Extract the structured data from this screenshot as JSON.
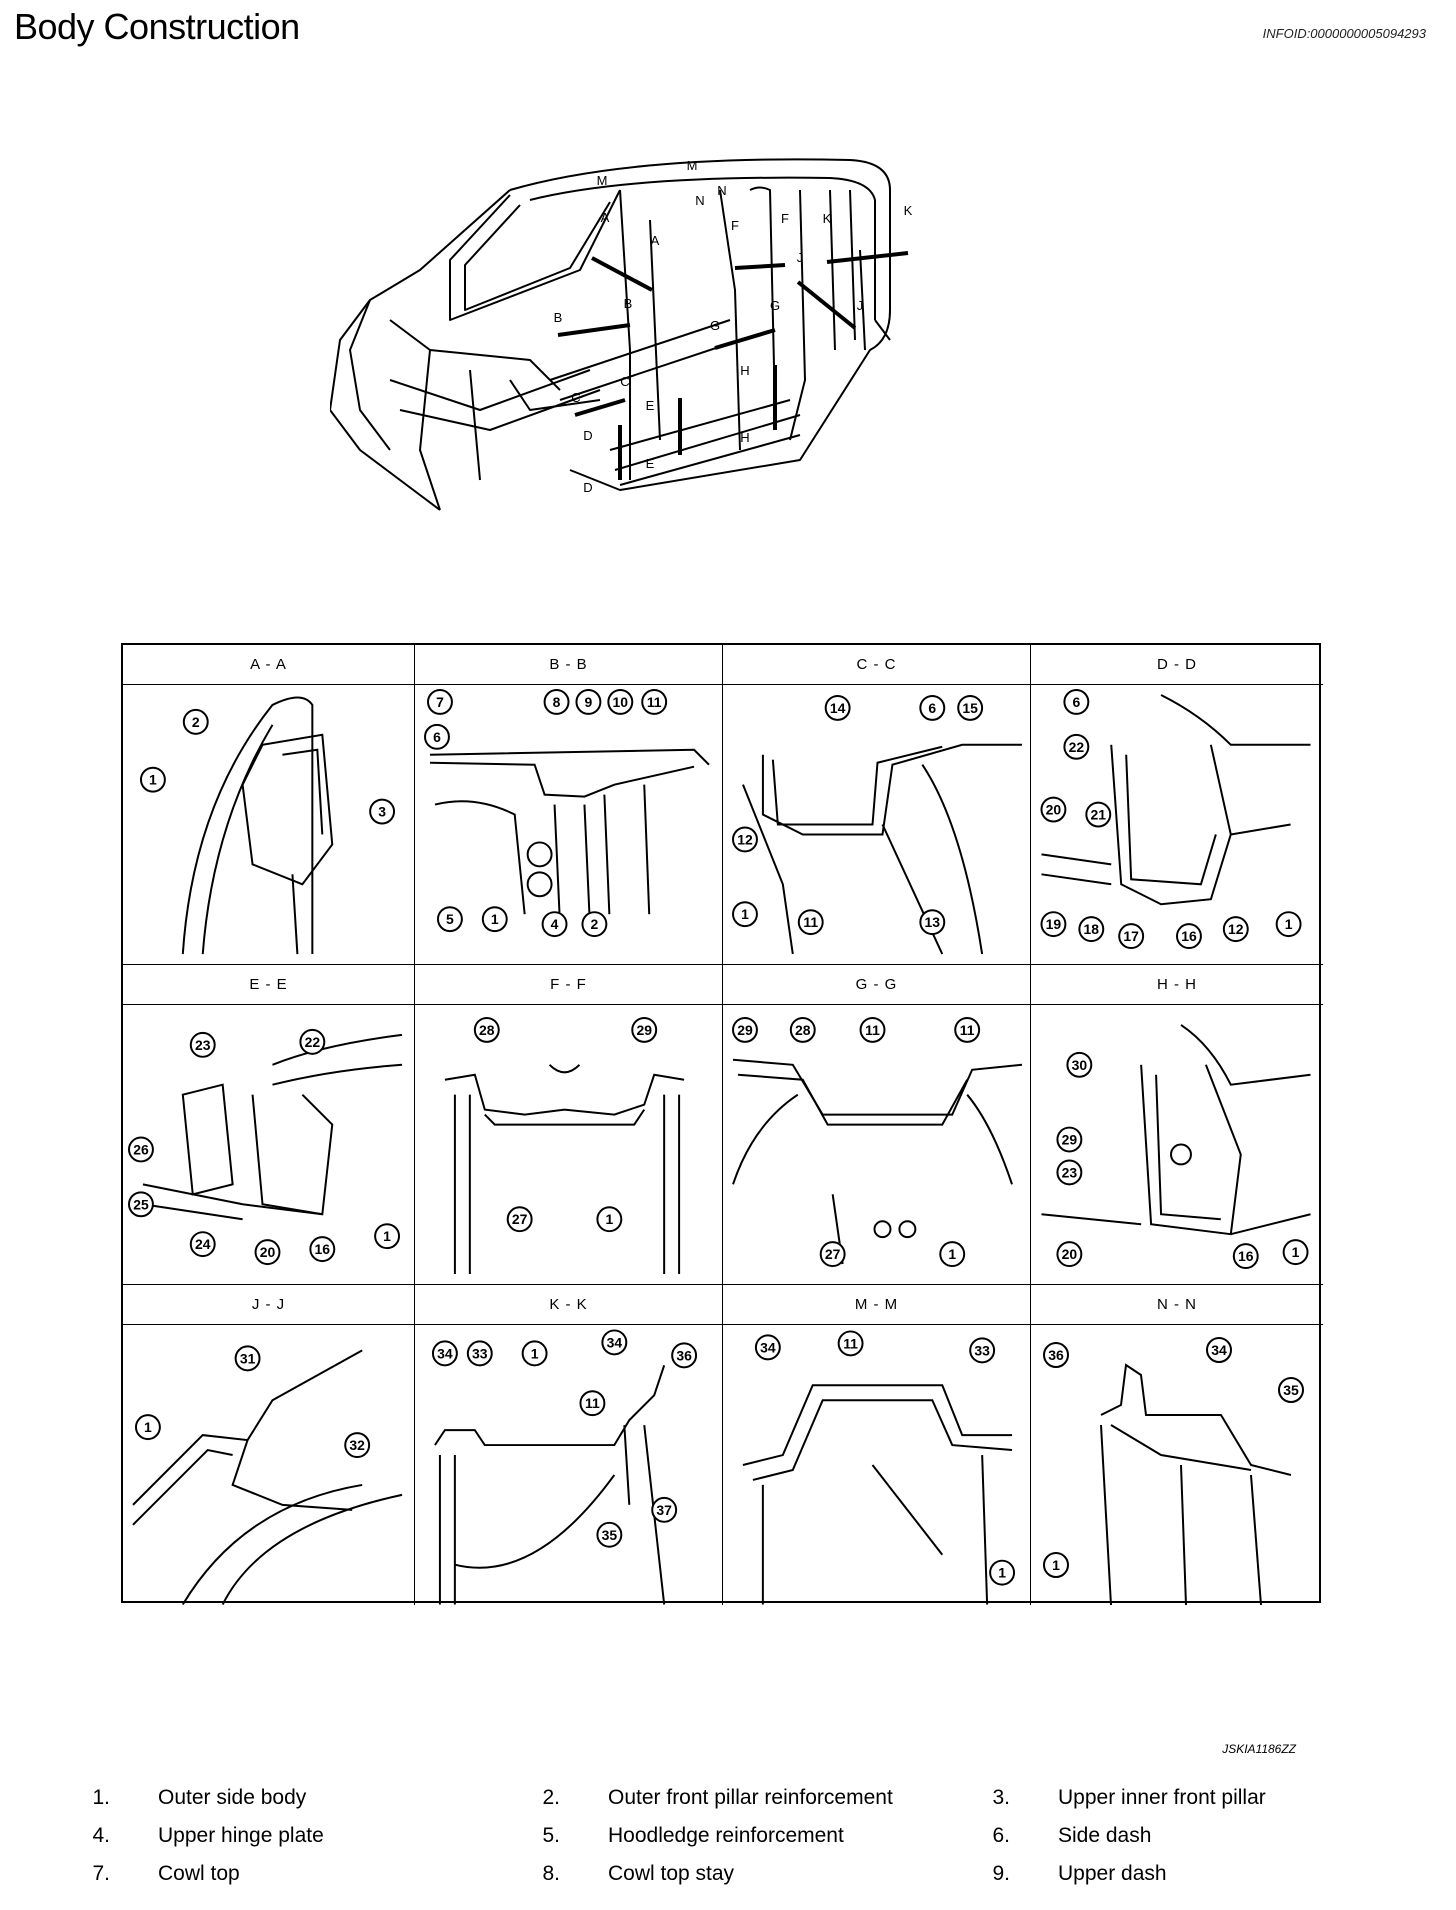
{
  "header": {
    "title": "Body Construction",
    "info_id": "INFOID:0000000005094293"
  },
  "overview": {
    "markers": [
      "A",
      "A",
      "B",
      "B",
      "C",
      "C",
      "D",
      "D",
      "E",
      "E",
      "F",
      "F",
      "G",
      "G",
      "H",
      "H",
      "J",
      "J",
      "K",
      "K",
      "M",
      "M",
      "N",
      "N"
    ]
  },
  "sections": [
    {
      "label": "A - A",
      "callouts": [
        "2",
        "1",
        "3"
      ]
    },
    {
      "label": "B - B",
      "callouts": [
        "7",
        "8",
        "9",
        "10",
        "11",
        "6",
        "5",
        "1",
        "4",
        "2"
      ]
    },
    {
      "label": "C - C",
      "callouts": [
        "14",
        "6",
        "15",
        "12",
        "1",
        "11",
        "13"
      ]
    },
    {
      "label": "D - D",
      "callouts": [
        "6",
        "22",
        "20",
        "21",
        "19",
        "18",
        "17",
        "16",
        "12",
        "1"
      ]
    },
    {
      "label": "E - E",
      "callouts": [
        "23",
        "22",
        "26",
        "25",
        "24",
        "20",
        "16",
        "1"
      ]
    },
    {
      "label": "F - F",
      "callouts": [
        "28",
        "29",
        "27",
        "1"
      ]
    },
    {
      "label": "G - G",
      "callouts": [
        "29",
        "28",
        "11",
        "11",
        "27",
        "1"
      ]
    },
    {
      "label": "H - H",
      "callouts": [
        "30",
        "29",
        "23",
        "20",
        "16",
        "1"
      ]
    },
    {
      "label": "J - J",
      "callouts": [
        "31",
        "1",
        "32"
      ]
    },
    {
      "label": "K - K",
      "callouts": [
        "34",
        "33",
        "1",
        "34",
        "36",
        "11",
        "37",
        "35"
      ]
    },
    {
      "label": "M - M",
      "callouts": [
        "34",
        "11",
        "33",
        "1"
      ]
    },
    {
      "label": "N - N",
      "callouts": [
        "36",
        "34",
        "35",
        "1"
      ]
    }
  ],
  "figure_code": "JSKIA1186ZZ",
  "legend": [
    {
      "num": "1.",
      "label": "Outer side body"
    },
    {
      "num": "2.",
      "label": "Outer front pillar reinforcement"
    },
    {
      "num": "3.",
      "label": "Upper inner front pillar"
    },
    {
      "num": "4.",
      "label": "Upper hinge plate"
    },
    {
      "num": "5.",
      "label": "Hoodledge reinforcement"
    },
    {
      "num": "6.",
      "label": "Side dash"
    },
    {
      "num": "7.",
      "label": "Cowl top"
    },
    {
      "num": "8.",
      "label": "Cowl top stay"
    },
    {
      "num": "9.",
      "label": "Upper dash"
    }
  ]
}
